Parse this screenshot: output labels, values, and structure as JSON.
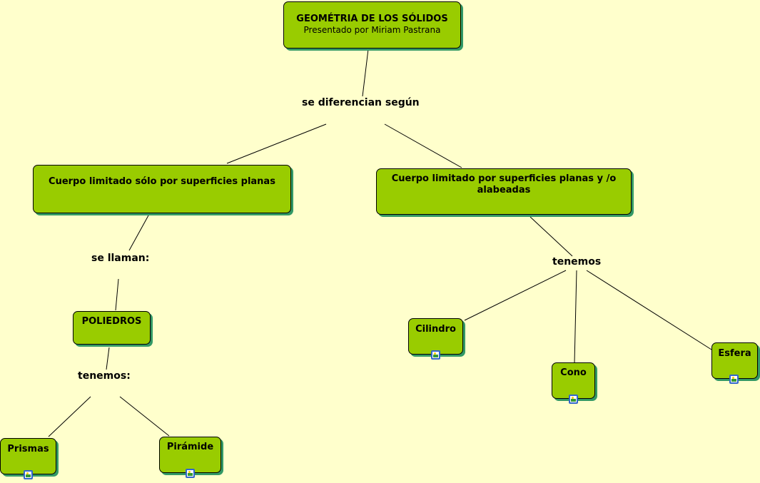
{
  "title": {
    "main": "GEOMÉTRIA DE LOS SÓLIDOS",
    "subtitle": "Presentado por Miriam Pastrana"
  },
  "linking_phrases": {
    "root": "se diferencian según",
    "left": "se llaman:",
    "right": "tenemos",
    "poliedros": "tenemos:"
  },
  "concepts": {
    "planas": "Cuerpo limitado sólo por  superficies planas",
    "alabeadas": "Cuerpo limitado por superficies planas y /o alabeadas",
    "poliedros": "POLIEDROS",
    "prismas": "Prismas",
    "piramide": "Pirámide",
    "cilindro": "Cilindro",
    "cono": "Cono",
    "esfera": "Esfera"
  },
  "icons": {
    "attached_resource": "image-icon"
  },
  "colors": {
    "background": "#ffffcc",
    "node_fill": "#99cc00",
    "node_shadow": "#339966"
  }
}
